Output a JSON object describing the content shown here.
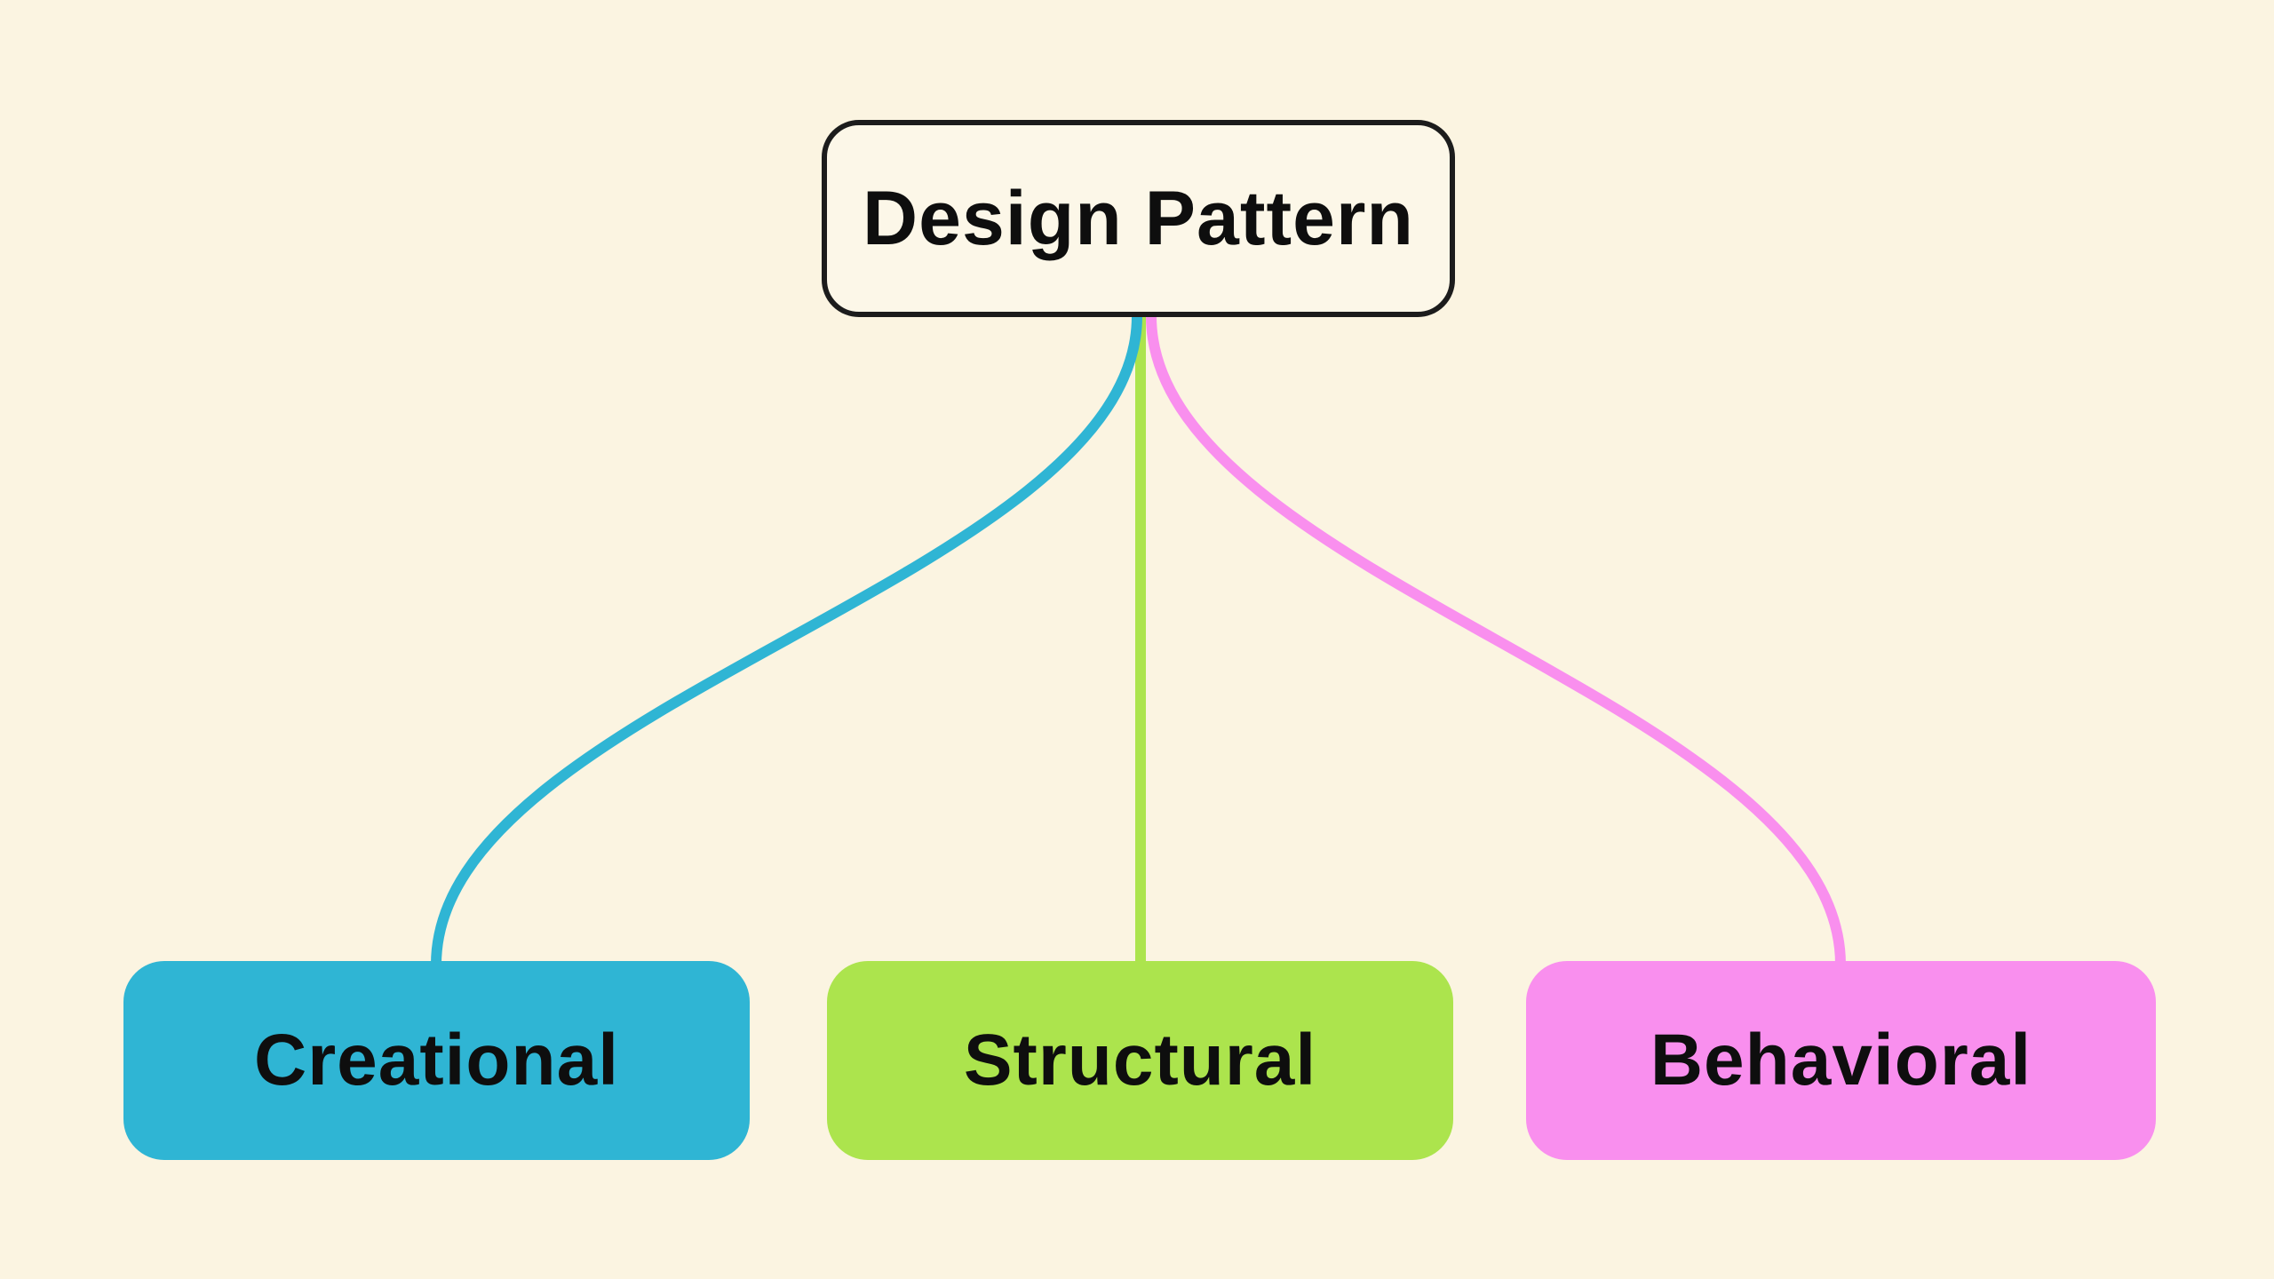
{
  "mindmap": {
    "background_color": "#FBF4E1",
    "root": {
      "label": "Design Pattern",
      "fill_color": "#FCF7E8",
      "border_color": "#1C1C1C",
      "text_color": "#0E0E0E"
    },
    "children": [
      {
        "label": "Creational",
        "color": "#2FB5D4",
        "text_color": "#0E0E0E"
      },
      {
        "label": "Structural",
        "color": "#ACE44D",
        "text_color": "#0E0E0E"
      },
      {
        "label": "Behavioral",
        "color": "#F98FEE",
        "text_color": "#0E0E0E"
      }
    ]
  }
}
